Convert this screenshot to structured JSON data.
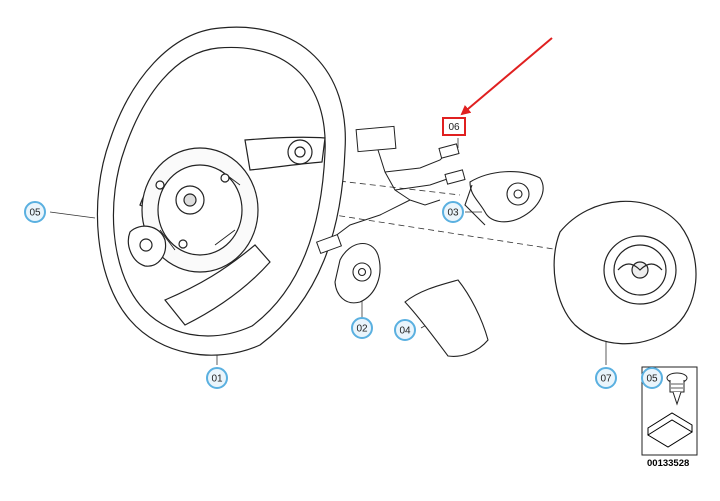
{
  "diagram": {
    "callouts": {
      "steering_wheel": "01",
      "left_switch_module": "02",
      "right_switch_cover": "03",
      "trim_cover": "04",
      "wheel_screw_main": "05",
      "wiring_harness": "06",
      "airbag_module": "07",
      "screw_inset": "05"
    },
    "document_number": "00133528",
    "highlight_color": "#e02020",
    "callout_ring_color": "#5ab0e0",
    "icons": [
      "steering-wheel",
      "switch-module",
      "cover-trim",
      "airbag",
      "screw",
      "wiring-harness",
      "arrow-pointer"
    ]
  }
}
